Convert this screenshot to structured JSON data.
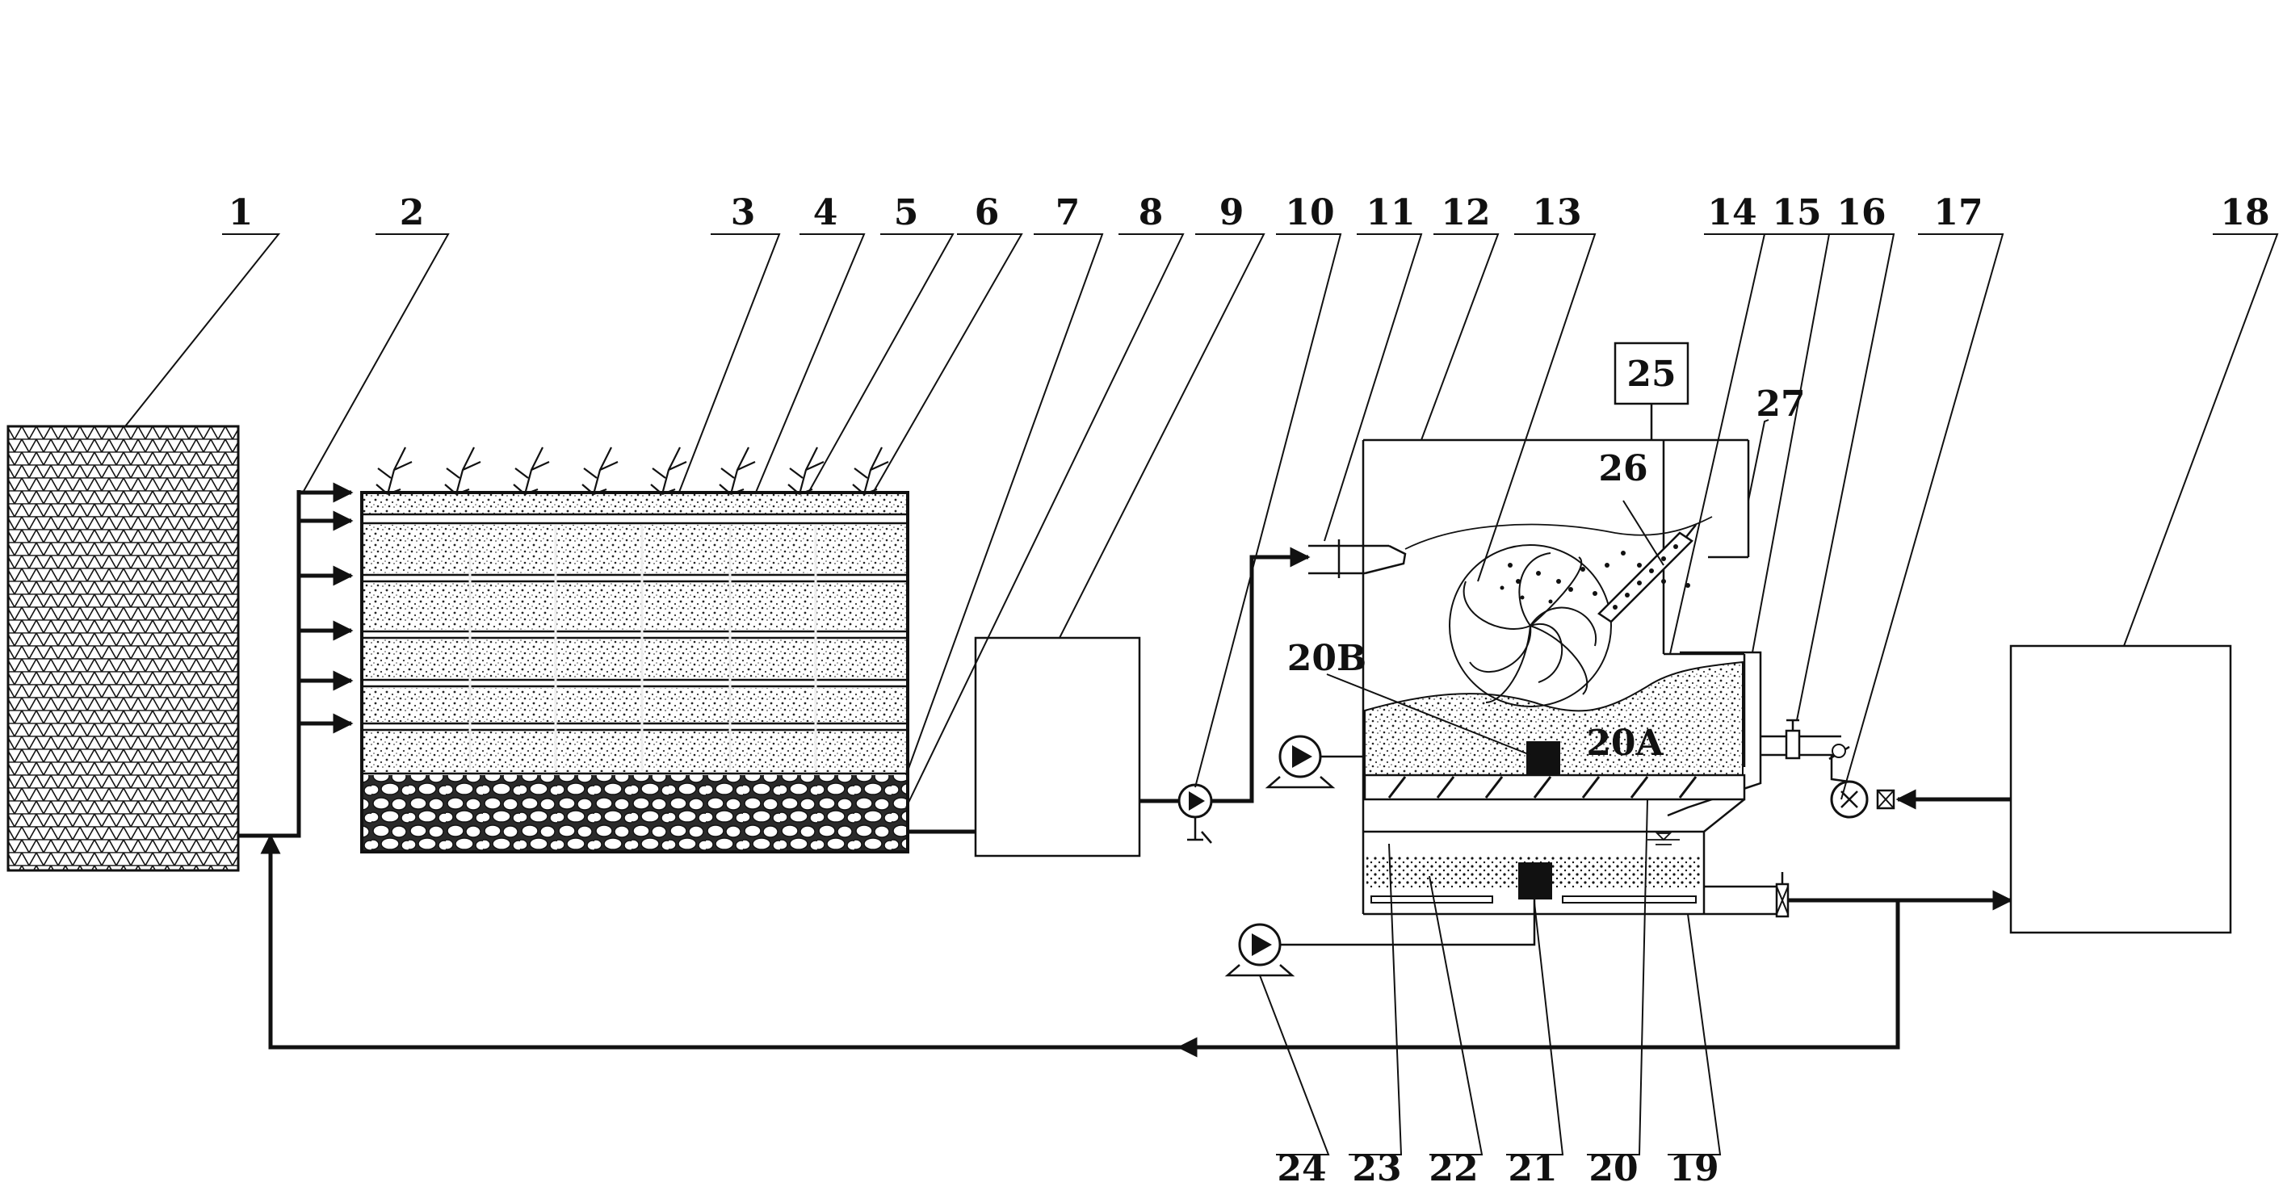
{
  "labels": {
    "n1": "1",
    "n2": "2",
    "n3": "3",
    "n4": "4",
    "n5": "5",
    "n6": "6",
    "n7": "7",
    "n8": "8",
    "n9": "9",
    "n10": "10",
    "n11": "11",
    "n12": "12",
    "n13": "13",
    "n14": "14",
    "n15": "15",
    "n16": "16",
    "n17": "17",
    "n18": "18",
    "n19": "19",
    "n20": "20",
    "n20A": "20A",
    "n20B": "20B",
    "n21": "21",
    "n22": "22",
    "n23": "23",
    "n24": "24",
    "n25": "25",
    "n26": "26",
    "n27": "27"
  }
}
